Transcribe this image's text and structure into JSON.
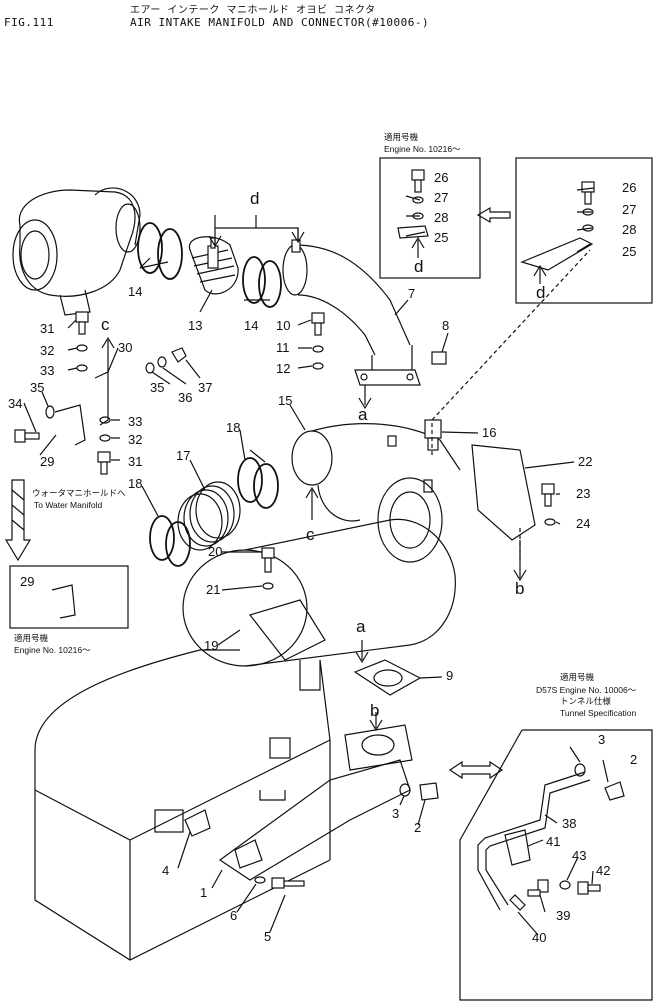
{
  "header": {
    "fig": "FIG.111",
    "title_jp": "エアー インテーク マニホールド オヨビ コネクタ",
    "title_en": "AIR INTAKE MANIFOLD AND CONNECTOR(#10006-)"
  },
  "insets": {
    "top_note_jp": "適用号機",
    "top_note_en": "Engine No. 10216～",
    "bottom_left_note_jp": "適用号機",
    "bottom_left_note_en": "Engine No. 10216～",
    "water_manifold_jp": "ウォータマニホールドへ",
    "water_manifold_en": "To Water Manifold",
    "tunnel_jp1": "適用号機",
    "tunnel_en1": "D57S Engine No. 10006～",
    "tunnel_jp2": "トンネル仕様",
    "tunnel_en2": "Tunnel Specification"
  },
  "ref_letters": [
    "a",
    "b",
    "c",
    "d"
  ],
  "part_numbers": [
    "1",
    "2",
    "3",
    "4",
    "5",
    "6",
    "7",
    "8",
    "9",
    "10",
    "11",
    "12",
    "13",
    "14",
    "15",
    "16",
    "17",
    "18",
    "19",
    "20",
    "21",
    "22",
    "23",
    "24",
    "25",
    "26",
    "27",
    "28",
    "29",
    "30",
    "31",
    "32",
    "33",
    "34",
    "35",
    "36",
    "37",
    "38",
    "39",
    "40",
    "41",
    "42",
    "43"
  ]
}
